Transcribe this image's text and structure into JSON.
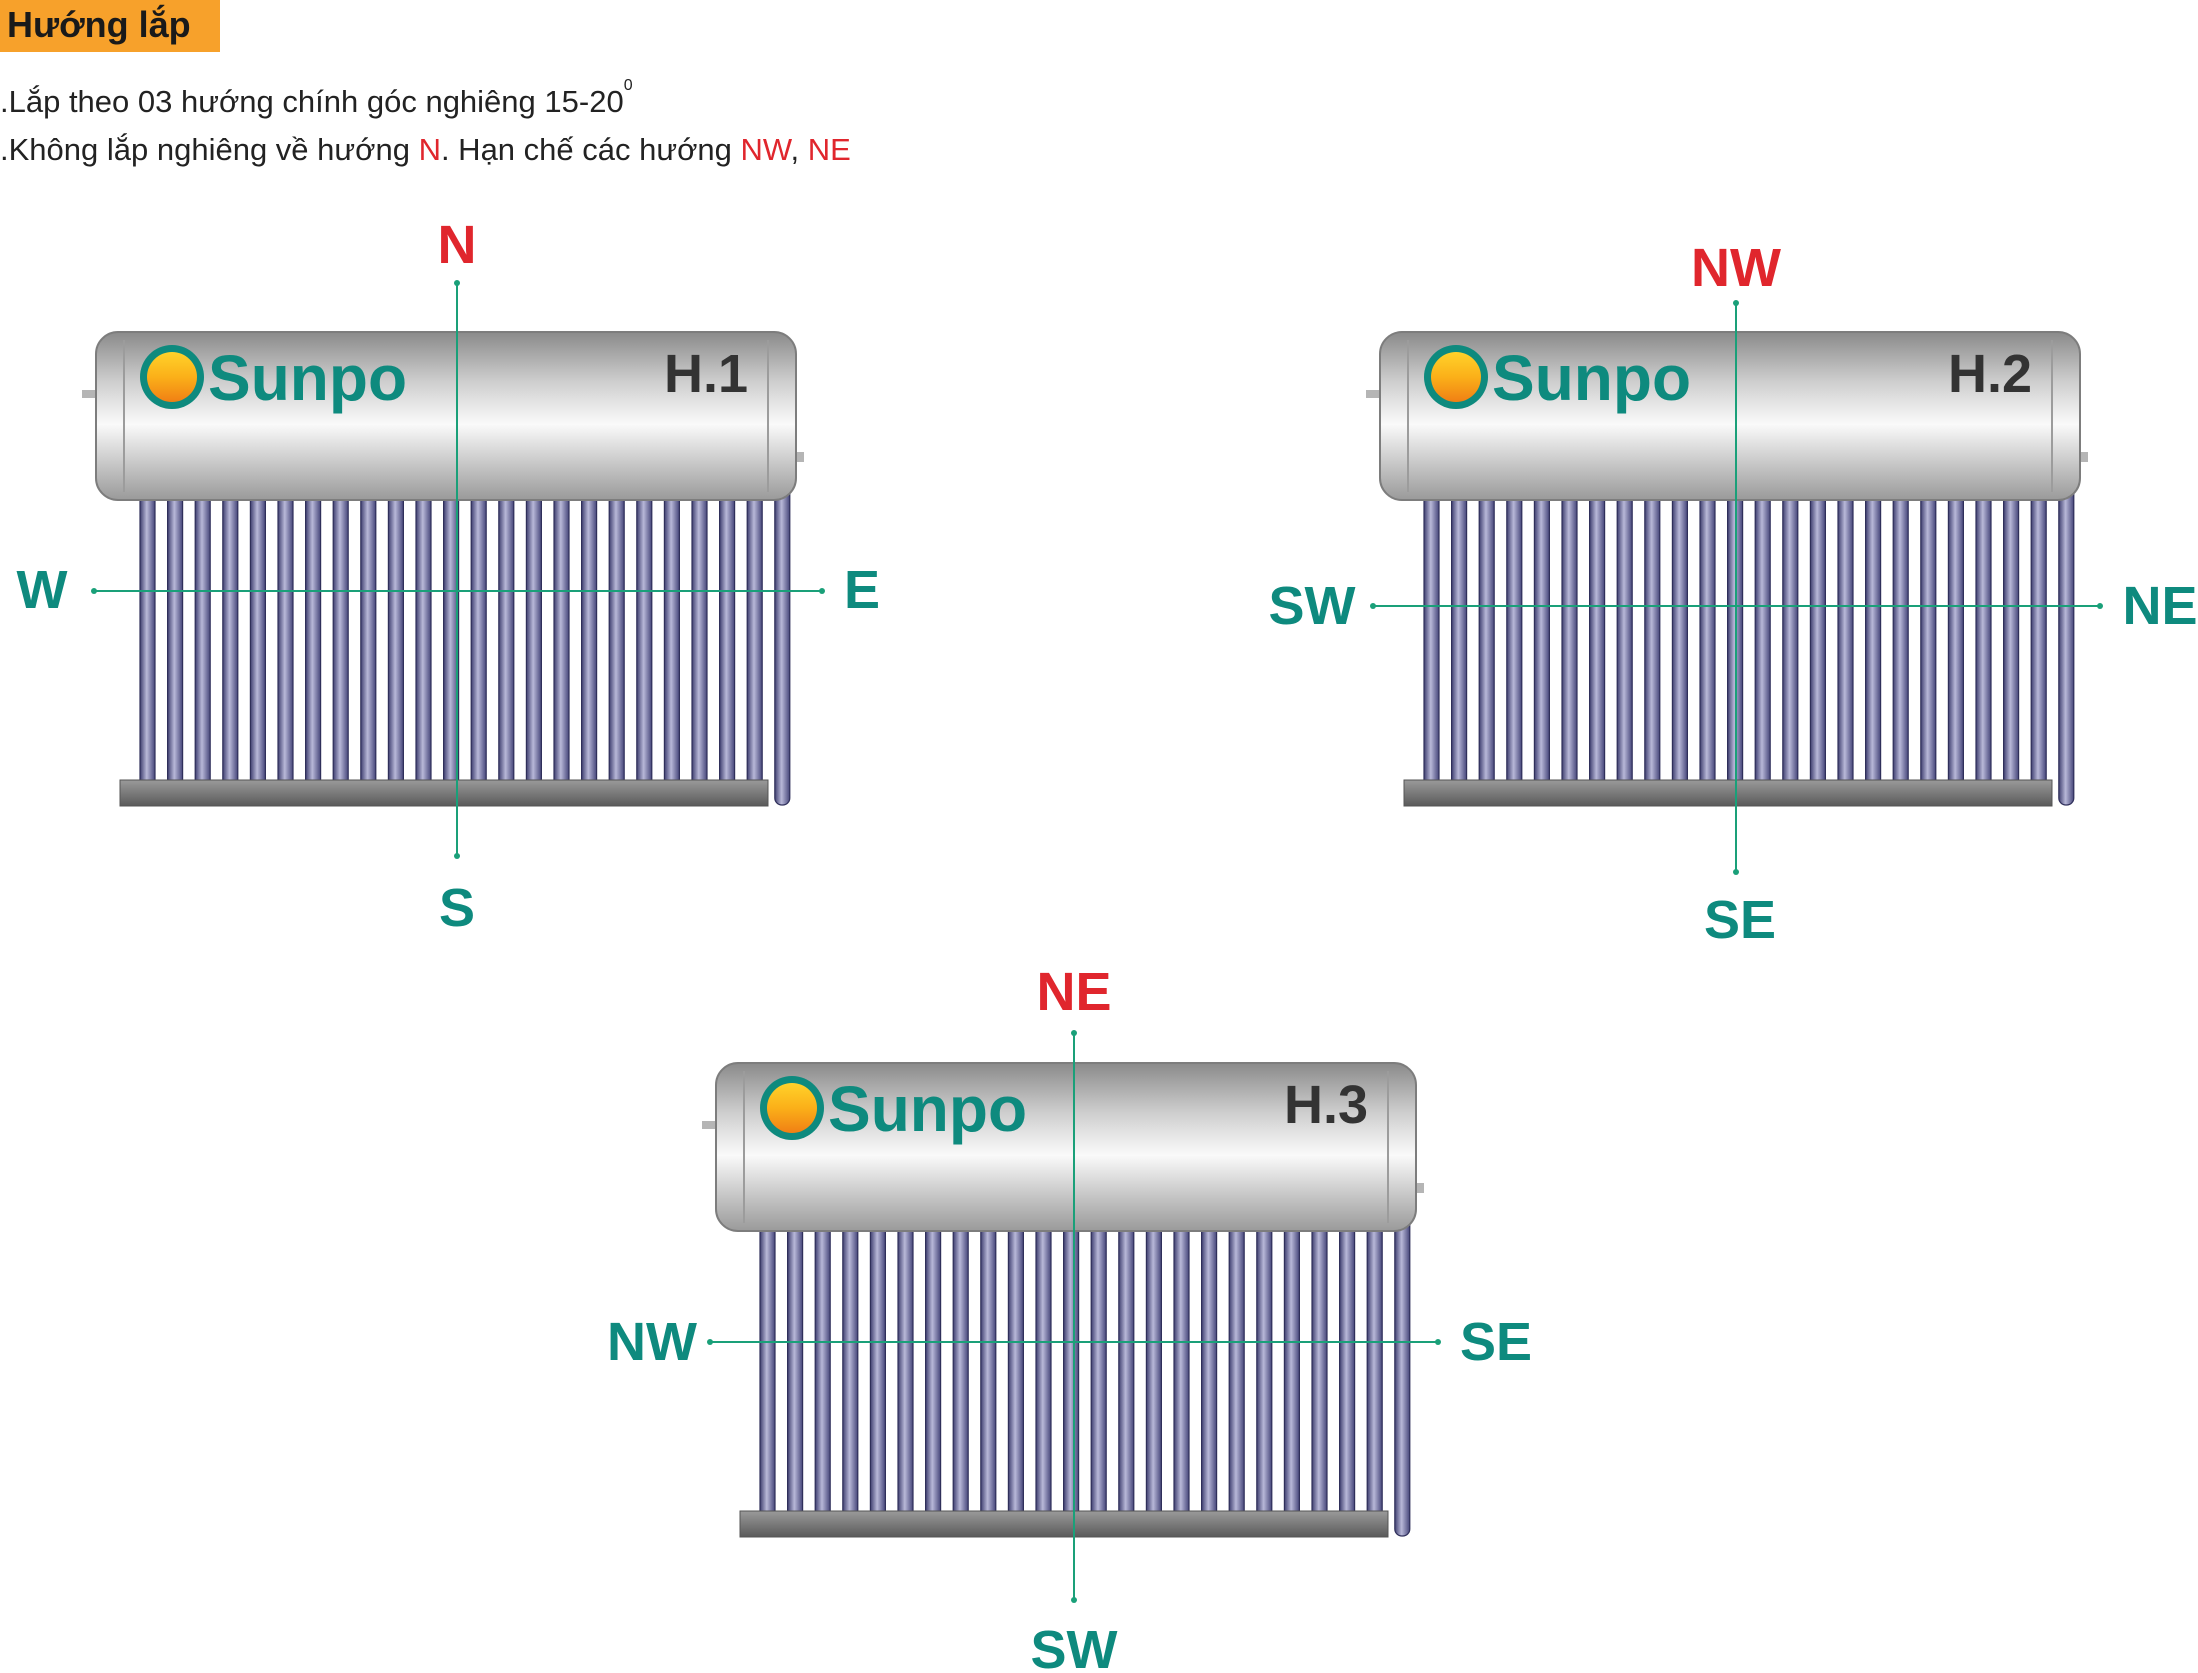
{
  "header": {
    "title": "Hướng lắp",
    "line1_text": ".Lắp theo 03 hướng chính góc nghiêng 15-20",
    "line1_sup": "0",
    "line2_part1": ".Không lắp nghiêng về hướng ",
    "line2_n": "N",
    "line2_part2": ". Hạn chế các hướng ",
    "line2_nw": "NW",
    "line2_sep": ", ",
    "line2_ne": "NE"
  },
  "colors": {
    "accent_orange": "#f7a12b",
    "warning_red": "#e0262d",
    "teal": "#0e8a7e",
    "axis_green": "#1aa079"
  },
  "diagrams": [
    {
      "id": "h1",
      "brand": "Sunpo",
      "label": "H.1",
      "dir_top": "N",
      "dir_bottom": "S",
      "dir_left": "W",
      "dir_right": "E"
    },
    {
      "id": "h2",
      "brand": "Sunpo",
      "label": "H.2",
      "dir_top": "NW",
      "dir_bottom": "SE",
      "dir_left": "SW",
      "dir_right": "NE"
    },
    {
      "id": "h3",
      "brand": "Sunpo",
      "label": "H.3",
      "dir_top": "NE",
      "dir_bottom": "SW",
      "dir_left": "NW",
      "dir_right": "SE"
    }
  ]
}
